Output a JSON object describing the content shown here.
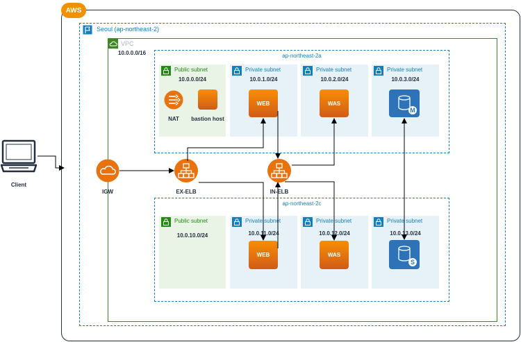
{
  "cloud": {
    "badge": "AWS"
  },
  "region": {
    "label": "Seoul (ap-northeast-2)"
  },
  "vpc": {
    "label": "VPC",
    "cidr": "10.0.0.0/16"
  },
  "az_a": {
    "label": "ap-northeast-2a",
    "public": {
      "label": "Public subnet",
      "cidr": "10.0.0.0/24",
      "nat": "NAT",
      "bastion": "bastion host"
    },
    "web": {
      "label": "Private subnet",
      "cidr": "10.0.1.0/24",
      "node": "WEB"
    },
    "was": {
      "label": "Private subnet",
      "cidr": "10.0.2.0/24",
      "node": "WAS"
    },
    "db": {
      "label": "Private subnet",
      "cidr": "10.0.3.0/24",
      "glyph": "M"
    }
  },
  "az_c": {
    "label": "ap-northeast-2c",
    "public": {
      "label": "Public subnet",
      "cidr": "10.0.10.0/24"
    },
    "web": {
      "label": "Private subnet",
      "cidr": "10.0.11.0/24",
      "node": "WEB"
    },
    "was": {
      "label": "Private subnet",
      "cidr": "10.0.12.0/24",
      "node": "WAS"
    },
    "db": {
      "label": "Private subnet",
      "cidr": "10.0.13.0/24",
      "glyph": "S"
    }
  },
  "client": {
    "label": "Client"
  },
  "igw": {
    "label": "IGW"
  },
  "ex_elb": {
    "label": "EX-ELB"
  },
  "in_elb": {
    "label": "IN-ELB"
  },
  "colors": {
    "orange": "#e8730e",
    "region": "#147eba",
    "vpc": "#3f8624",
    "db": "#2e73b8"
  }
}
